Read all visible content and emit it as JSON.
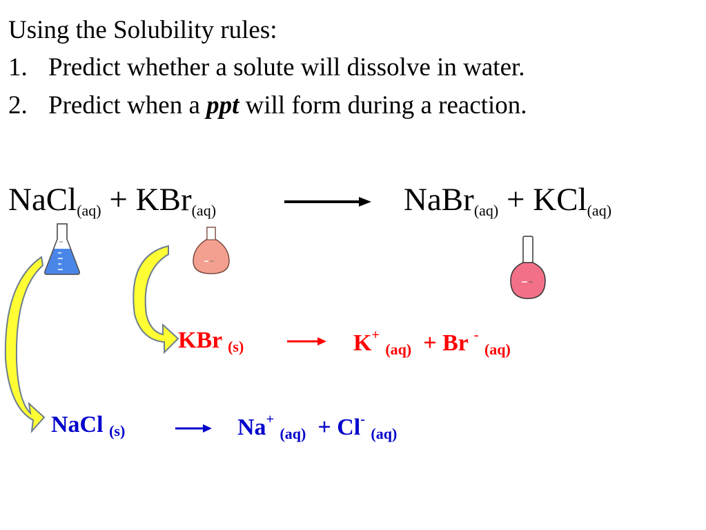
{
  "header": {
    "intro": "Using the Solubility rules:",
    "item1_num": "1.",
    "item1_text": "Predict whether a solute will dissolve in water.",
    "item2_num": "2.",
    "item2_before": "Predict when a",
    "item2_em": "ppt",
    "item2_after": "will form during a reaction."
  },
  "equation": {
    "r1": "NaCl",
    "r1_state": "(aq)",
    "plus1": "+",
    "r2": "KBr",
    "r2_state": "(aq)",
    "p1": "NaBr",
    "p1_state": "(aq)",
    "plus2": "+",
    "p2": "KCl",
    "p2_state": "(aq)"
  },
  "kbr_diss": {
    "reactant": "KBr",
    "reactant_state": "(s)",
    "ion1": "K",
    "ion1_charge": "+",
    "ion1_state": "(aq)",
    "plus": "+",
    "ion2": "Br",
    "ion2_charge": "-",
    "ion2_state": "(aq)"
  },
  "nacl_diss": {
    "reactant": "NaCl",
    "reactant_state": "(s)",
    "ion1": "Na",
    "ion1_charge": "+",
    "ion1_state": "(aq)",
    "plus": "+",
    "ion2": "Cl",
    "ion2_charge": "-",
    "ion2_state": "(aq)"
  },
  "colors": {
    "red_text": "#ff0000",
    "blue_text": "#0000cc",
    "flask_blue": "#4a86e8",
    "flask_salmon": "#f4a090",
    "flask_pink": "#f27088",
    "arrow_yellow": "#ffff33"
  },
  "icons": [
    "erlenmeyer-flask-blue-icon",
    "erlenmeyer-flask-salmon-icon",
    "florence-flask-pink-icon",
    "curved-arrow-icon"
  ]
}
